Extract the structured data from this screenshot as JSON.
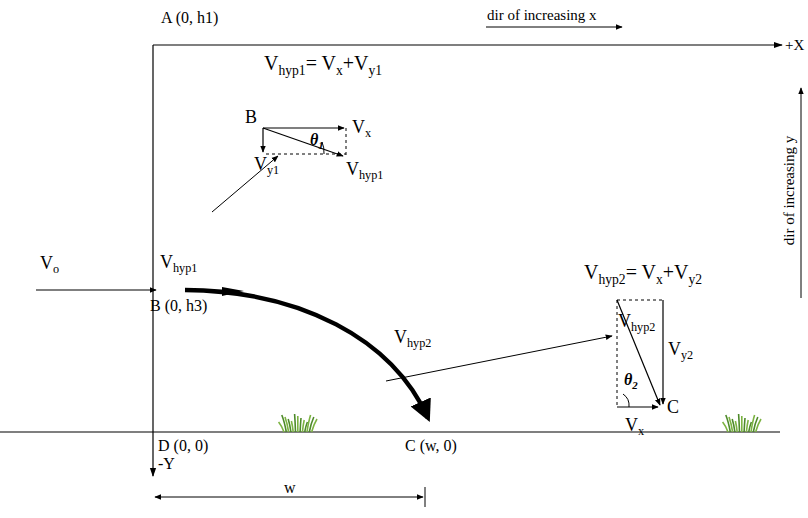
{
  "diagram": {
    "labels": [
      "A (0, h1)",
      "dir of increasing x",
      "+X",
      "V",
      "hyp1",
      "= V",
      "x",
      "+V",
      "y1",
      "B",
      "V",
      "x",
      "V",
      "y1",
      "θ",
      "1",
      "V",
      "hyp1",
      "V",
      "o",
      "V",
      "hyp1",
      "B (0, h3)",
      "V",
      "hyp2",
      "V",
      "hyp2",
      "= V",
      "x",
      "+V",
      "y2",
      "V",
      "hyp2",
      "V",
      "y2",
      "θ",
      "2",
      "V",
      "x",
      "C",
      "D (0, 0)",
      "-Y",
      "C (w, 0)",
      "w",
      "dir of increasing y"
    ]
  }
}
